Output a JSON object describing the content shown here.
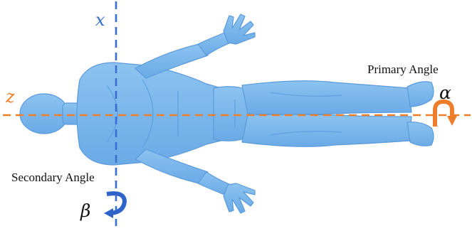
{
  "axes": {
    "x": {
      "label": "x",
      "color": "#3a6fd0"
    },
    "z": {
      "label": "z",
      "color": "#f07f2a"
    }
  },
  "angles": {
    "primary": {
      "label": "Primary Angle",
      "symbol": "α",
      "color": "#ee7d2c"
    },
    "secondary": {
      "label": "Secondary Angle",
      "symbol": "β",
      "color": "#2e63c9"
    }
  },
  "figure": {
    "subject": "human-body-top-view",
    "fill": "#7eb8ec",
    "shade": "#5d9ee0"
  }
}
